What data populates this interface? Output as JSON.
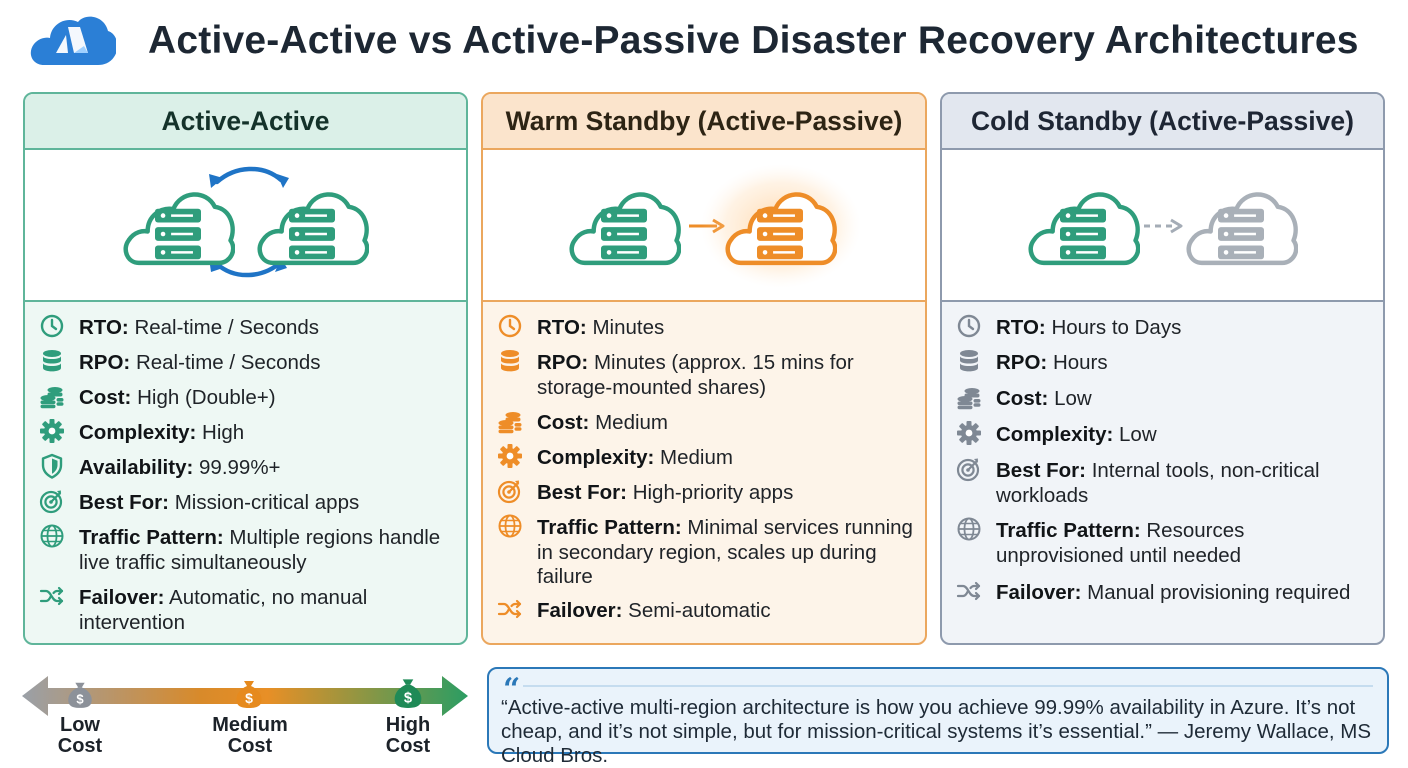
{
  "title": "Active-Active vs Active-Passive Disaster Recovery Architectures",
  "colors": {
    "active_active": "#2f9d7c",
    "warm_standby": "#ee8d28",
    "cold_standby": "#a4acb6",
    "azure_blue": "#1f74c6"
  },
  "cards": {
    "active_active": {
      "title": "Active-Active",
      "features": [
        {
          "icon": "clock-icon",
          "label": "RTO:",
          "value": "Real-time / Seconds"
        },
        {
          "icon": "database-icon",
          "label": "RPO:",
          "value": "Real-time / Seconds"
        },
        {
          "icon": "coins-icon",
          "label": "Cost:",
          "value": "High (Double+)"
        },
        {
          "icon": "gear-icon",
          "label": "Complexity:",
          "value": "High"
        },
        {
          "icon": "shield-icon",
          "label": "Availability:",
          "value": "99.99%+"
        },
        {
          "icon": "target-icon",
          "label": "Best For:",
          "value": "Mission-critical apps"
        },
        {
          "icon": "globe-icon",
          "label": "Traffic Pattern:",
          "value": "Multiple regions handle live traffic simultaneously"
        },
        {
          "icon": "shuffle-icon",
          "label": "Failover:",
          "value": "Automatic, no manual intervention"
        }
      ]
    },
    "warm_standby": {
      "title": "Warm Standby (Active-Passive)",
      "features": [
        {
          "icon": "clock-icon",
          "label": "RTO:",
          "value": "Minutes"
        },
        {
          "icon": "database-icon",
          "label": "RPO:",
          "value": "Minutes (approx. 15 mins for storage-mounted shares)"
        },
        {
          "icon": "coins-icon",
          "label": "Cost:",
          "value": "Medium"
        },
        {
          "icon": "gear-icon",
          "label": "Complexity:",
          "value": "Medium"
        },
        {
          "icon": "target-icon",
          "label": "Best For:",
          "value": "High-priority apps"
        },
        {
          "icon": "globe-icon",
          "label": "Traffic Pattern:",
          "value": "Minimal services running in secondary region, scales up during failure"
        },
        {
          "icon": "shuffle-icon",
          "label": "Failover:",
          "value": "Semi-automatic"
        }
      ]
    },
    "cold_standby": {
      "title": "Cold Standby (Active-Passive)",
      "features": [
        {
          "icon": "clock-icon",
          "label": "RTO:",
          "value": "Hours to Days"
        },
        {
          "icon": "database-icon",
          "label": "RPO:",
          "value": "Hours"
        },
        {
          "icon": "coins-icon",
          "label": "Cost:",
          "value": "Low"
        },
        {
          "icon": "gear-icon",
          "label": "Complexity:",
          "value": "Low"
        },
        {
          "icon": "target-icon",
          "label": "Best For:",
          "value": "Internal tools, non-critical workloads"
        },
        {
          "icon": "globe-icon",
          "label": "Traffic Pattern:",
          "value": "Resources unprovisioned until needed"
        },
        {
          "icon": "shuffle-icon",
          "label": "Failover:",
          "value": "Manual provisioning required"
        }
      ]
    }
  },
  "cost_scale": {
    "low_label": "Low\nCost",
    "medium_label": "Medium\nCost",
    "high_label": "High\nCost"
  },
  "quote": {
    "mark": "“",
    "text": "“Active-active multi-region architecture is how you achieve 99.99% availability in Azure. It’s not cheap, and it’s not simple, but for mission-critical systems it’s essential.” — Jeremy Wallace, MS Cloud Bros."
  }
}
